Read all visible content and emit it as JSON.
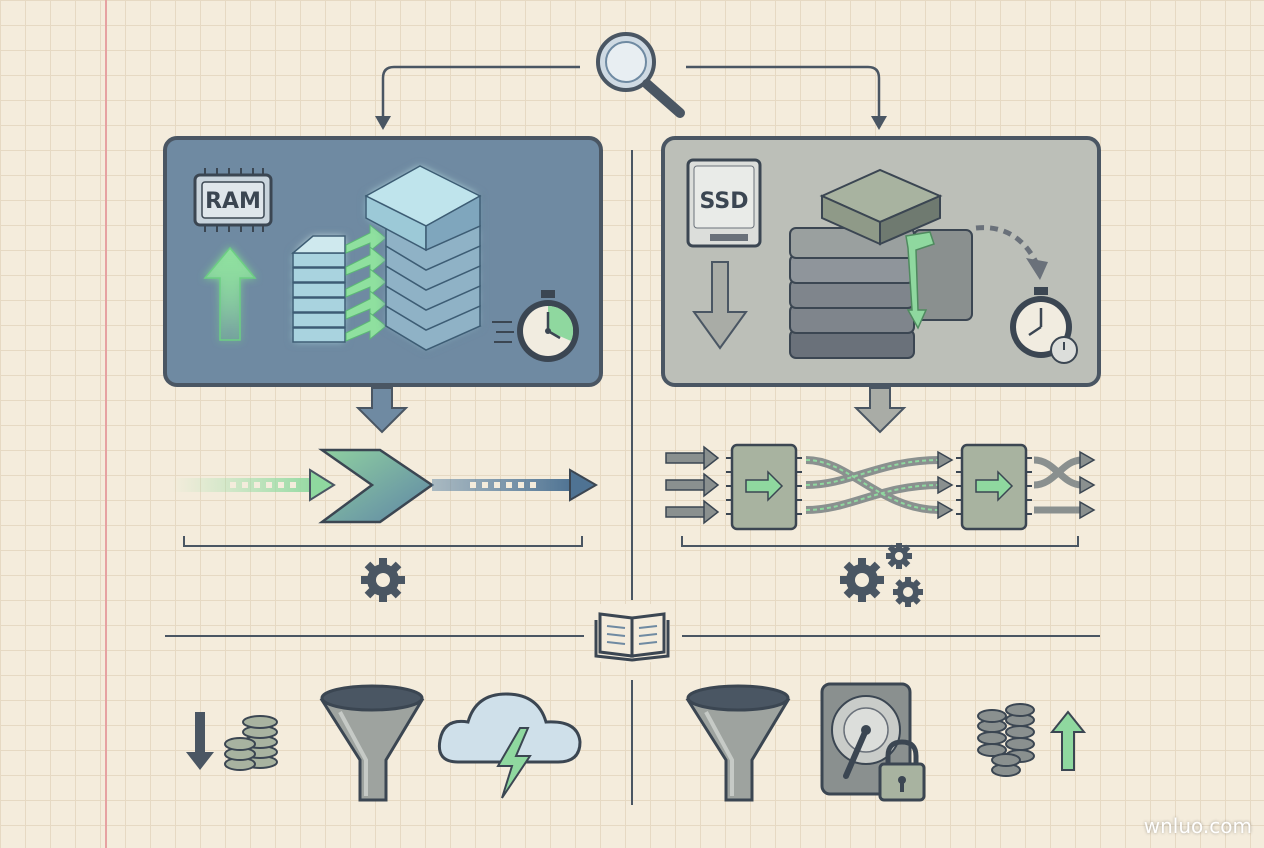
{
  "left_panel": {
    "chip_label": "RAM"
  },
  "right_panel": {
    "chip_label": "SSD"
  },
  "watermark": "wnluo.com",
  "colors": {
    "left_panel_fill": "#6f8aa2",
    "right_panel_fill": "#bcbfb8",
    "accent_green": "#8fd89f",
    "outline": "#4a5663"
  },
  "icons": [
    "magnifier-icon",
    "ram-chip-icon",
    "ssd-drive-icon",
    "stopwatch-icon",
    "gear-icon",
    "book-icon",
    "funnel-icon",
    "cloud-lightning-icon",
    "hard-disk-lock-icon",
    "coin-stack-icon",
    "database-stack-icon"
  ]
}
